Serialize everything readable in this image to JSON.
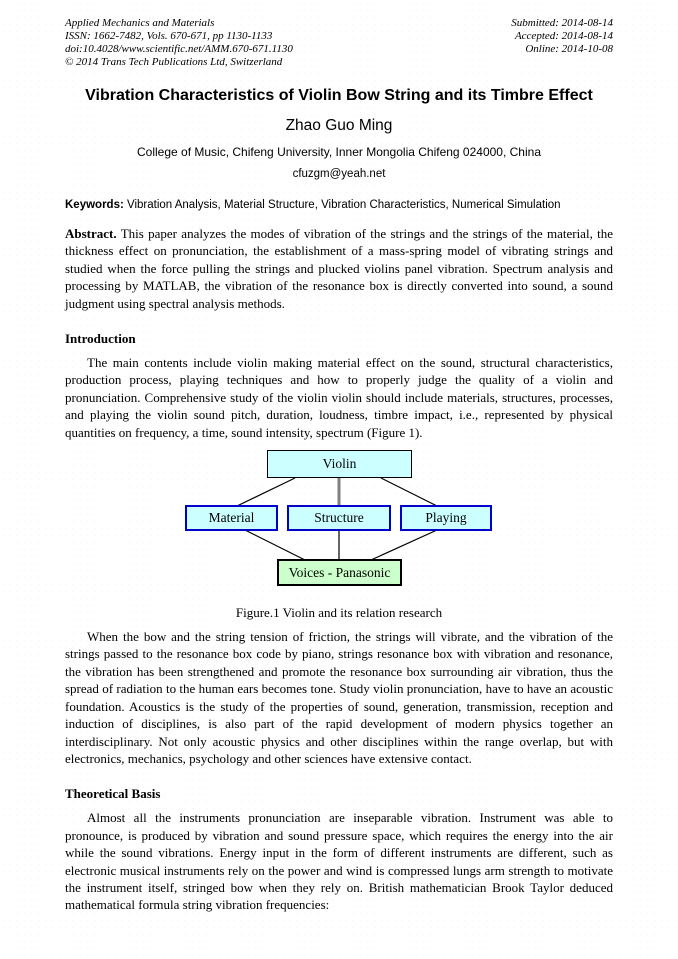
{
  "header": {
    "left_lines": [
      "Applied Mechanics and Materials",
      "ISSN: 1662-7482, Vols. 670-671, pp 1130-1133",
      "doi:10.4028/www.scientific.net/AMM.670-671.1130",
      "© 2014 Trans Tech Publications Ltd, Switzerland"
    ],
    "right_lines": [
      "Submitted: 2014-08-14",
      "Accepted: 2014-08-14",
      "Online: 2014-10-08"
    ]
  },
  "title": "Vibration Characteristics of Violin Bow String and its Timbre Effect",
  "author": "Zhao Guo Ming",
  "affiliation": "College of Music, Chifeng University, Inner Mongolia Chifeng 024000, China",
  "email": "cfuzgm@yeah.net",
  "keywords": {
    "label": "Keywords:",
    "text": " Vibration Analysis, Material Structure, Vibration Characteristics, Numerical Simulation"
  },
  "abstract": {
    "label": "Abstract.",
    "text": " This paper analyzes the modes of vibration of the strings and the strings of the material, the thickness effect on pronunciation, the establishment of a mass-spring model of vibrating strings and studied when the force pulling the strings and plucked violins panel vibration. Spectrum analysis and processing by MATLAB, the vibration of the resonance box is directly converted into sound, a sound judgment using spectral analysis methods."
  },
  "introduction": {
    "heading": "Introduction",
    "paragraph": "The main contents include violin making material effect on the sound, structural characteristics, production process, playing techniques and how to properly judge the quality of a violin and pronunciation. Comprehensive study of the violin violin should include materials, structures, processes, and playing the violin sound pitch, duration, loudness, timbre impact, i.e., represented by physical quantities on frequency, a time, sound intensity, spectrum (Figure 1)."
  },
  "figure": {
    "caption": "Figure.1 Violin and its relation research",
    "nodes": {
      "top": "Violin",
      "mid": [
        "Material",
        "Structure",
        "Playing"
      ],
      "bottom": "Voices - Panasonic"
    },
    "colors": {
      "cyan_fill": "#CCFFFF",
      "green_fill": "#CCFFCC",
      "blue_border": "#0000CC",
      "black_border": "#000000",
      "gray_connector": "#808080",
      "black_connector": "#000000"
    }
  },
  "after_figure_paragraph": "When the bow and the string tension of friction, the strings will vibrate, and the vibration of the strings passed to the resonance box code by piano, strings resonance box with vibration and resonance, the vibration has been strengthened and promote the resonance box surrounding air vibration, thus the spread of radiation to the human ears becomes tone. Study violin pronunciation, have to have an acoustic foundation. Acoustics is the study of the properties of sound, generation, transmission, reception and induction of disciplines, is also part of the rapid development of modern physics together an interdisciplinary. Not only acoustic physics and other disciplines within the range overlap, but with electronics, mechanics, psychology and other sciences have extensive contact.",
  "theoretical": {
    "heading": "Theoretical Basis",
    "paragraph": "Almost all the instruments pronunciation are inseparable vibration. Instrument was able to pronounce, is produced by vibration and sound pressure space, which requires the energy into the air while the sound vibrations. Energy input in the form of different instruments are different, such as electronic musical instruments rely on the power and wind is compressed lungs arm strength to motivate the instrument itself, stringed bow when they rely on. British mathematician Brook Taylor deduced mathematical formula string vibration frequencies:"
  }
}
